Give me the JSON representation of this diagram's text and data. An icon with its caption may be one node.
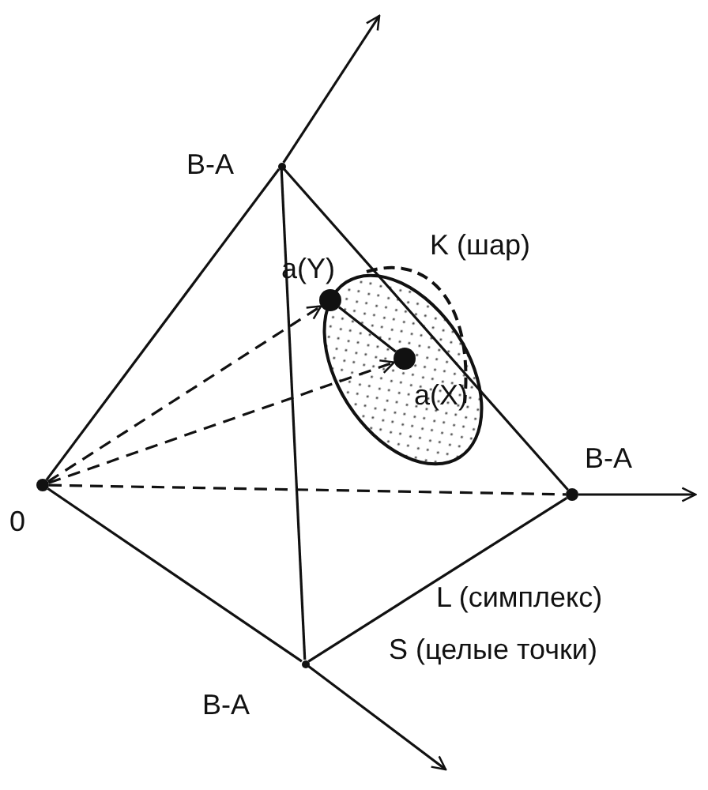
{
  "diagram": {
    "nodes": [
      {
        "text": [
          "0"
        ]
      },
      {
        "text": [
          "B-A"
        ]
      },
      {
        "text": [
          "B-A"
        ]
      },
      {
        "text": [
          "B-A"
        ]
      },
      {
        "text": [
          "a(Y)"
        ]
      },
      {
        "text": [
          "a(X)"
        ]
      },
      {
        "text": [
          "K (шар)"
        ]
      }
    ],
    "edges": [
      {
        "from": 0,
        "to": 1,
        "arrow": "none"
      },
      {
        "from": 0,
        "to": 2,
        "arrow": "none",
        "style": "dashed"
      },
      {
        "from": 0,
        "to": 3,
        "arrow": "none"
      },
      {
        "from": 1,
        "to": 2,
        "arrow": "none"
      },
      {
        "from": 1,
        "to": 3,
        "arrow": "none"
      },
      {
        "from": 3,
        "to": 2,
        "arrow": "none"
      },
      {
        "from": 1,
        "to": null,
        "arrow": "to"
      },
      {
        "from": 2,
        "to": null,
        "arrow": "to"
      },
      {
        "from": 3,
        "to": null,
        "arrow": "to"
      },
      {
        "from": 0,
        "to": 4,
        "arrow": "to",
        "style": "dashed"
      },
      {
        "from": 0,
        "to": 5,
        "arrow": "to",
        "style": "dashed"
      },
      {
        "from": 4,
        "to": 5,
        "arrow": "none"
      }
    ],
    "labels": [
      "L (симплекс)",
      "S (целые точки)"
    ]
  }
}
